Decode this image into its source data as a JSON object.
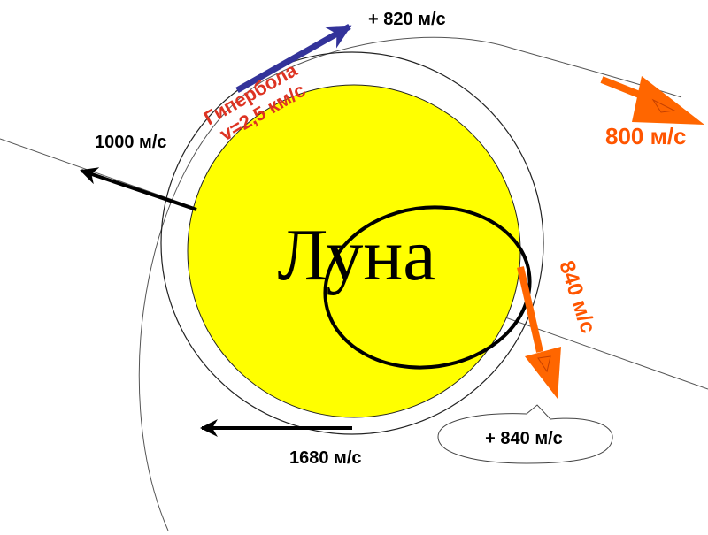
{
  "diagram": {
    "moon_label": "Луна",
    "hyperbola_label": "Гипербола",
    "hyperbola_speed": "v=2,5 км/с",
    "label_820": "+ 820 м/с",
    "label_1000": "1000 м/с",
    "label_800": "800 м/с",
    "label_840_vertical": "840 м/с",
    "label_840_bubble": "+ 840 м/с",
    "label_1680": "1680 м/с"
  },
  "colors": {
    "moon": "#ffff00",
    "orange": "#ff6600",
    "orange_text": "#ff5500",
    "blue": "#33339a",
    "red_text": "#dd3322",
    "black": "#000000"
  }
}
